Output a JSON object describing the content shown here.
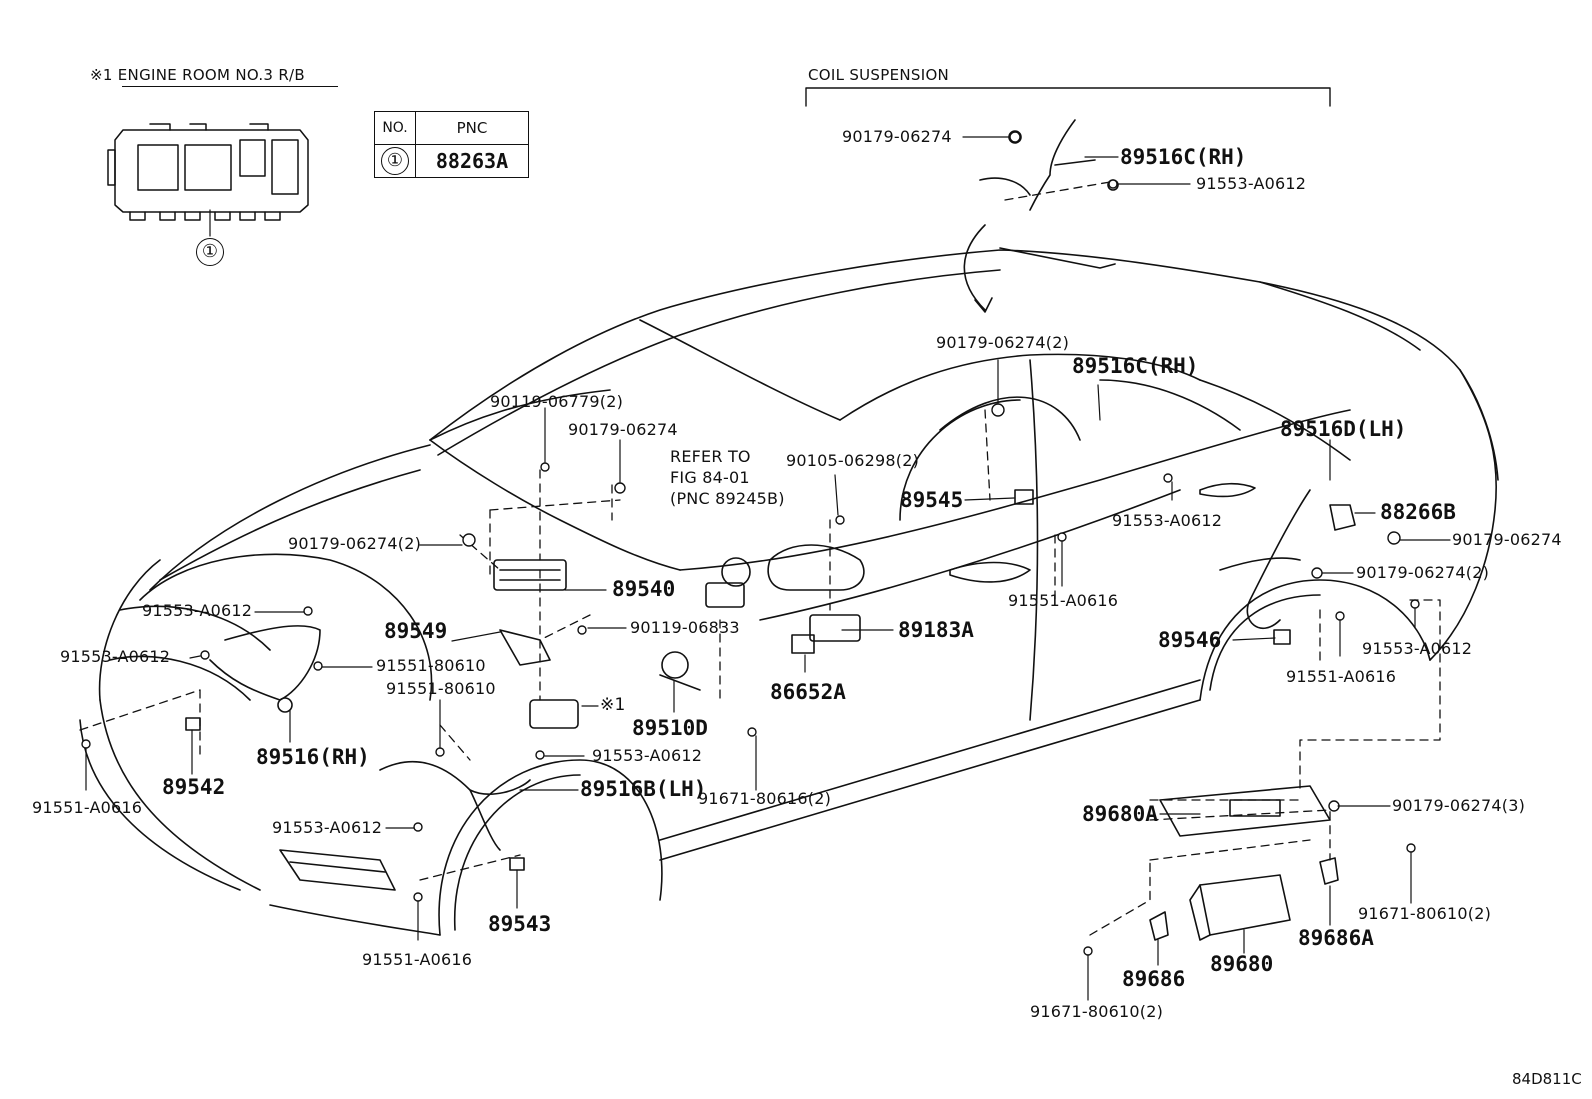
{
  "inset": {
    "title": "※1 ENGINE ROOM NO.3 R/B",
    "callout": "①"
  },
  "table": {
    "header_no": "NO.",
    "header_pnc": "PNC",
    "row_no": "①",
    "row_pnc": "88263A"
  },
  "coil_suspension": {
    "title": "COIL SUSPENSION"
  },
  "refer": {
    "line1": "REFER TO",
    "line2": "FIG 84-01",
    "line3": "(PNC 89245B)"
  },
  "labels": {
    "l_90179_top": "90179-06274",
    "l_89516c_top": "89516C(RH)",
    "l_91553_top": "91553-A0612",
    "l_90179_2_mid": "90179-06274(2)",
    "l_89516c_mid": "89516C(RH)",
    "l_90119_06779": "90119-06779(2)",
    "l_90179_hood": "90179-06274",
    "l_90105": "90105-06298(2)",
    "l_89545": "89545",
    "l_91553_door": "91553-A0612",
    "l_89516d": "89516D(LH)",
    "l_88266b": "88266B",
    "l_90179_rr": "90179-06274",
    "l_90179_2_rr": "90179-06274(2)",
    "l_90179_2_left": "90179-06274(2)",
    "l_89540": "89540",
    "l_91551_door": "91551-A0616",
    "l_91553_fl1": "91553-A0612",
    "l_91553_fl2": "91553-A0612",
    "l_89549": "89549",
    "l_90119_06833": "90119-06833",
    "l_89183a": "89183A",
    "l_91551_80610a": "91551-80610",
    "l_91551_80610b": "91551-80610",
    "l_86652a": "86652A",
    "l_89546": "89546",
    "l_91553_rr": "91553-A0612",
    "l_91551_rr": "91551-A0616",
    "l_note1": "※1",
    "l_89510d": "89510D",
    "l_89516rh": "89516(RH)",
    "l_91553_c": "91553-A0612",
    "l_89542": "89542",
    "l_89516b": "89516B(LH)",
    "l_91671_80616": "91671-80616(2)",
    "l_91551_fl": "91551-A0616",
    "l_89680a": "89680A",
    "l_90179_3": "90179-06274(3)",
    "l_91553_lo": "91553-A0612",
    "l_91671_80610a": "91671-80610(2)",
    "l_89543": "89543",
    "l_91551_bot": "91551-A0616",
    "l_89686": "89686",
    "l_89680": "89680",
    "l_89686a": "89686A",
    "l_91671_80610b": "91671-80610(2)"
  },
  "diagram_code": "84D811C"
}
